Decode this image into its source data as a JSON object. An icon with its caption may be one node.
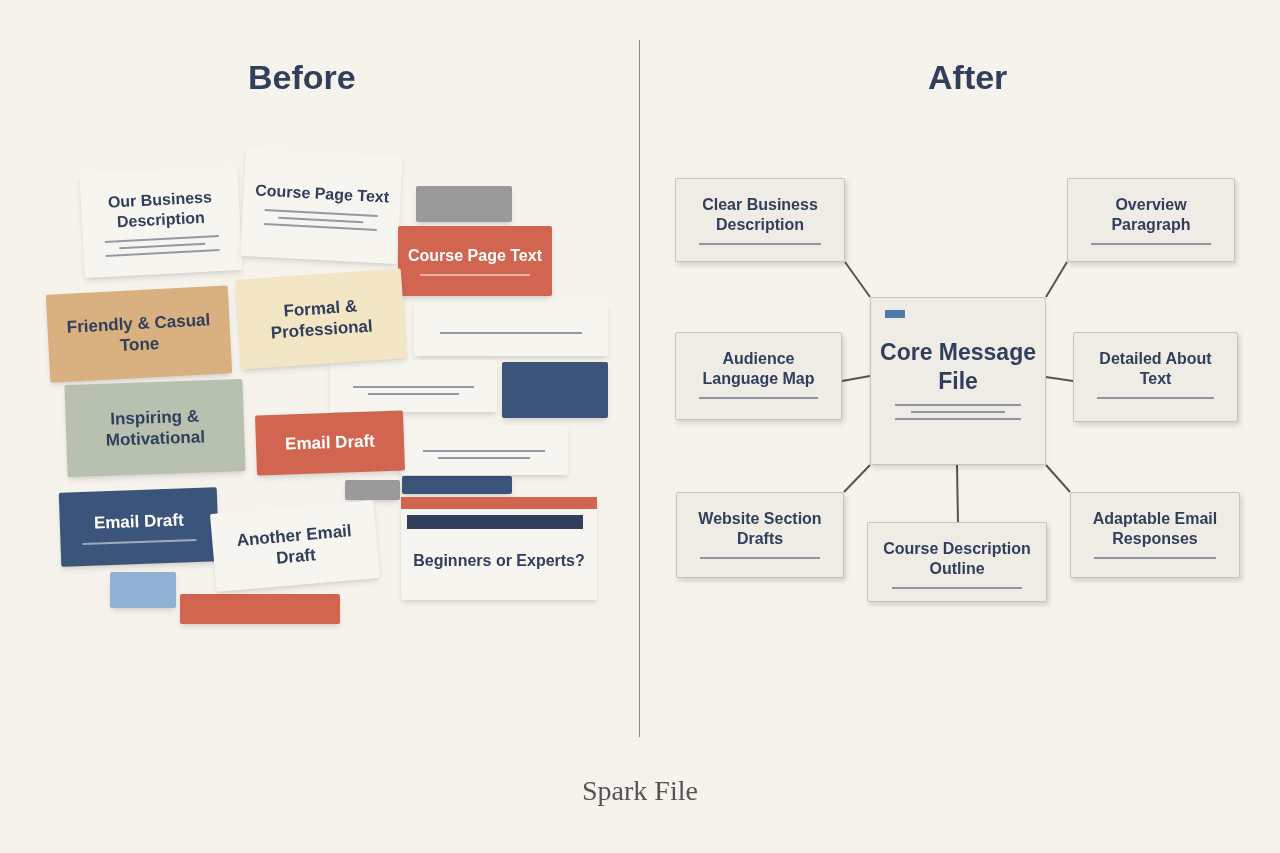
{
  "diagram": {
    "caption": "Spark File",
    "nodes": [
      {
        "text": [
          "Our Business Description"
        ]
      },
      {
        "text": [
          "Course Page Text"
        ]
      },
      {
        "text": [
          "Course Page Text"
        ]
      },
      {
        "text": [
          "Friendly & Casual Tone"
        ]
      },
      {
        "text": [
          "Formal & Professional"
        ]
      },
      {
        "text": [
          "Inspiring & Motivational"
        ]
      },
      {
        "text": [
          "Email Draft"
        ]
      },
      {
        "text": [
          "Email Draft"
        ]
      },
      {
        "text": [
          "Another Email Draft"
        ]
      },
      {
        "text": [
          "Beginners or Experts?"
        ]
      },
      {
        "text": [],
        "shape": "box"
      },
      {
        "text": [],
        "shape": "box"
      },
      {
        "text": [],
        "shape": "box"
      },
      {
        "text": [],
        "shape": "box"
      },
      {
        "text": [],
        "shape": "box"
      },
      {
        "text": [],
        "shape": "box"
      },
      {
        "text": [],
        "shape": "box"
      },
      {
        "text": [],
        "shape": "box"
      },
      {
        "text": [],
        "shape": "box"
      },
      {
        "text": [
          "Clear Business Description"
        ]
      },
      {
        "text": [
          "Overview Paragraph"
        ]
      },
      {
        "text": [
          "Core Message File"
        ]
      },
      {
        "text": [
          "Audience Language Map"
        ]
      },
      {
        "text": [
          "Detailed About Text"
        ]
      },
      {
        "text": [
          "Website Section Drafts"
        ]
      },
      {
        "text": [
          "Course Description Outline"
        ]
      },
      {
        "text": [
          "Adaptable Email Responses"
        ]
      }
    ],
    "edges": [
      {
        "from": 21,
        "to": 19,
        "arrow": "none"
      },
      {
        "from": 21,
        "to": 20,
        "arrow": "none"
      },
      {
        "from": 21,
        "to": 22,
        "arrow": "none"
      },
      {
        "from": 21,
        "to": 23,
        "arrow": "none"
      },
      {
        "from": 21,
        "to": 24,
        "arrow": "none"
      },
      {
        "from": 21,
        "to": 25,
        "arrow": "none"
      },
      {
        "from": 21,
        "to": 26,
        "arrow": "none"
      }
    ],
    "labels": [
      "Before",
      "After"
    ]
  }
}
